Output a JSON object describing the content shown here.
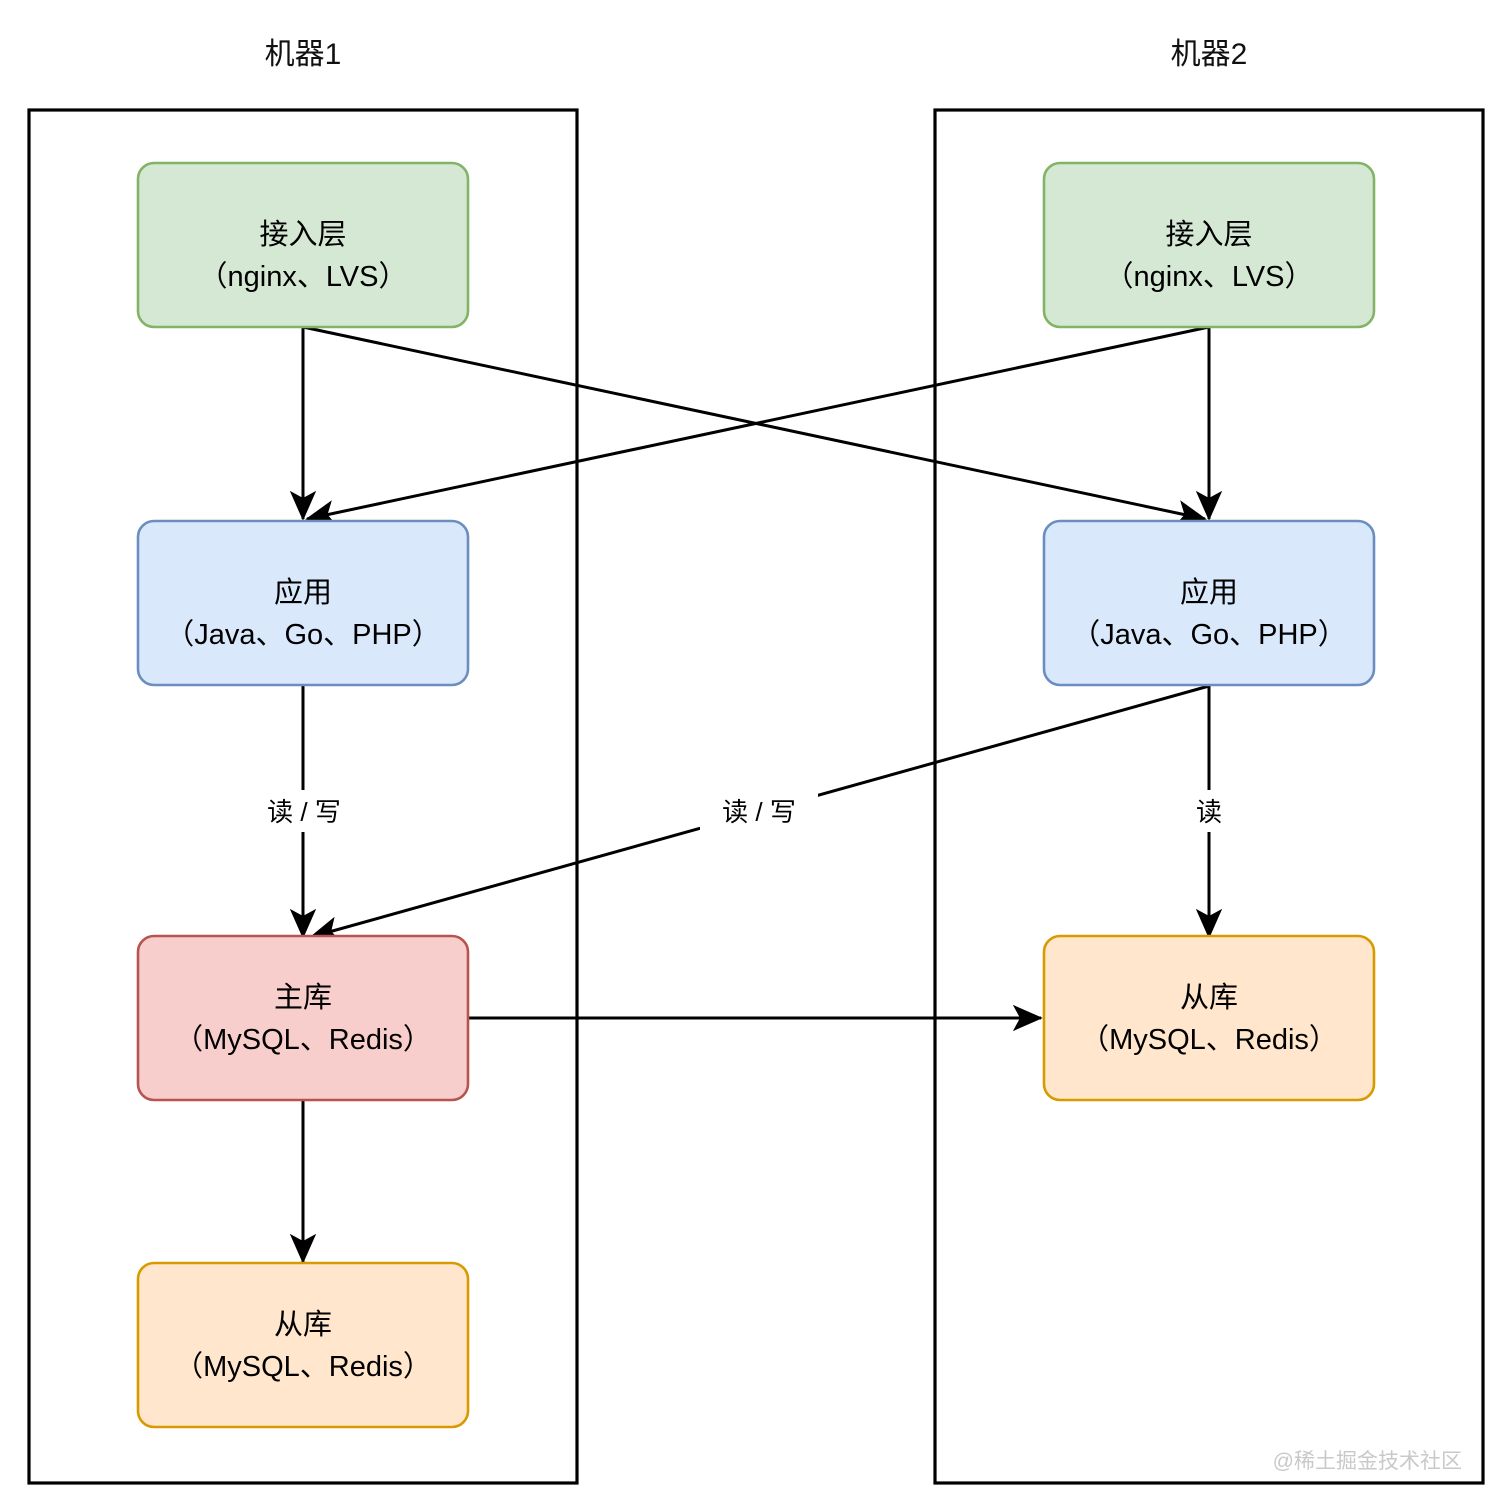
{
  "diagram": {
    "title_line1": "机器1",
    "title_line2": "机器2",
    "background": "#ffffff",
    "containers": [
      {
        "id": "machine1",
        "label": "机器1"
      },
      {
        "id": "machine2",
        "label": "机器2"
      }
    ],
    "nodes": [
      {
        "id": "access1",
        "line1": "接入层",
        "line2": "（nginx、LVS）",
        "fill": "#d5e8d4",
        "stroke": "#82b366"
      },
      {
        "id": "app1",
        "line1": "应用",
        "line2": "（Java、Go、PHP）",
        "fill": "#dae8fc",
        "stroke": "#6c8ebf"
      },
      {
        "id": "master1",
        "line1": "主库",
        "line2": "（MySQL、Redis）",
        "fill": "#f8cecc",
        "stroke": "#b85450"
      },
      {
        "id": "slave1",
        "line1": "从库",
        "line2": "（MySQL、Redis）",
        "fill": "#ffe6cc",
        "stroke": "#d79b00"
      },
      {
        "id": "access2",
        "line1": "接入层",
        "line2": "（nginx、LVS）",
        "fill": "#d5e8d4",
        "stroke": "#82b366"
      },
      {
        "id": "app2",
        "line1": "应用",
        "line2": "（Java、Go、PHP）",
        "fill": "#dae8fc",
        "stroke": "#6c8ebf"
      },
      {
        "id": "slave2",
        "line1": "从库",
        "line2": "（MySQL、Redis）",
        "fill": "#ffe6cc",
        "stroke": "#d79b00"
      }
    ],
    "edge_labels": {
      "app1_to_master1": "读 / 写",
      "app2_to_master1": "读 / 写",
      "app2_to_slave2": "读"
    },
    "watermark": "@稀土掘金技术社区"
  }
}
